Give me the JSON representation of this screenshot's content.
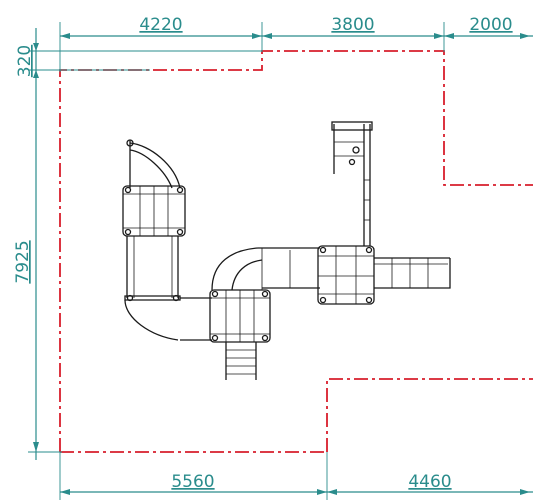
{
  "drawing": {
    "dimensions_top": [
      "4220",
      "3800",
      "2000"
    ],
    "dimensions_bottom": [
      "5560",
      "4460"
    ],
    "dimensions_left": [
      "320",
      "7925"
    ]
  },
  "colors": {
    "dimension": "#2a8c8c",
    "boundary": "#d81e2c",
    "equipment": "#1a1a1a",
    "background": "#ffffff"
  }
}
